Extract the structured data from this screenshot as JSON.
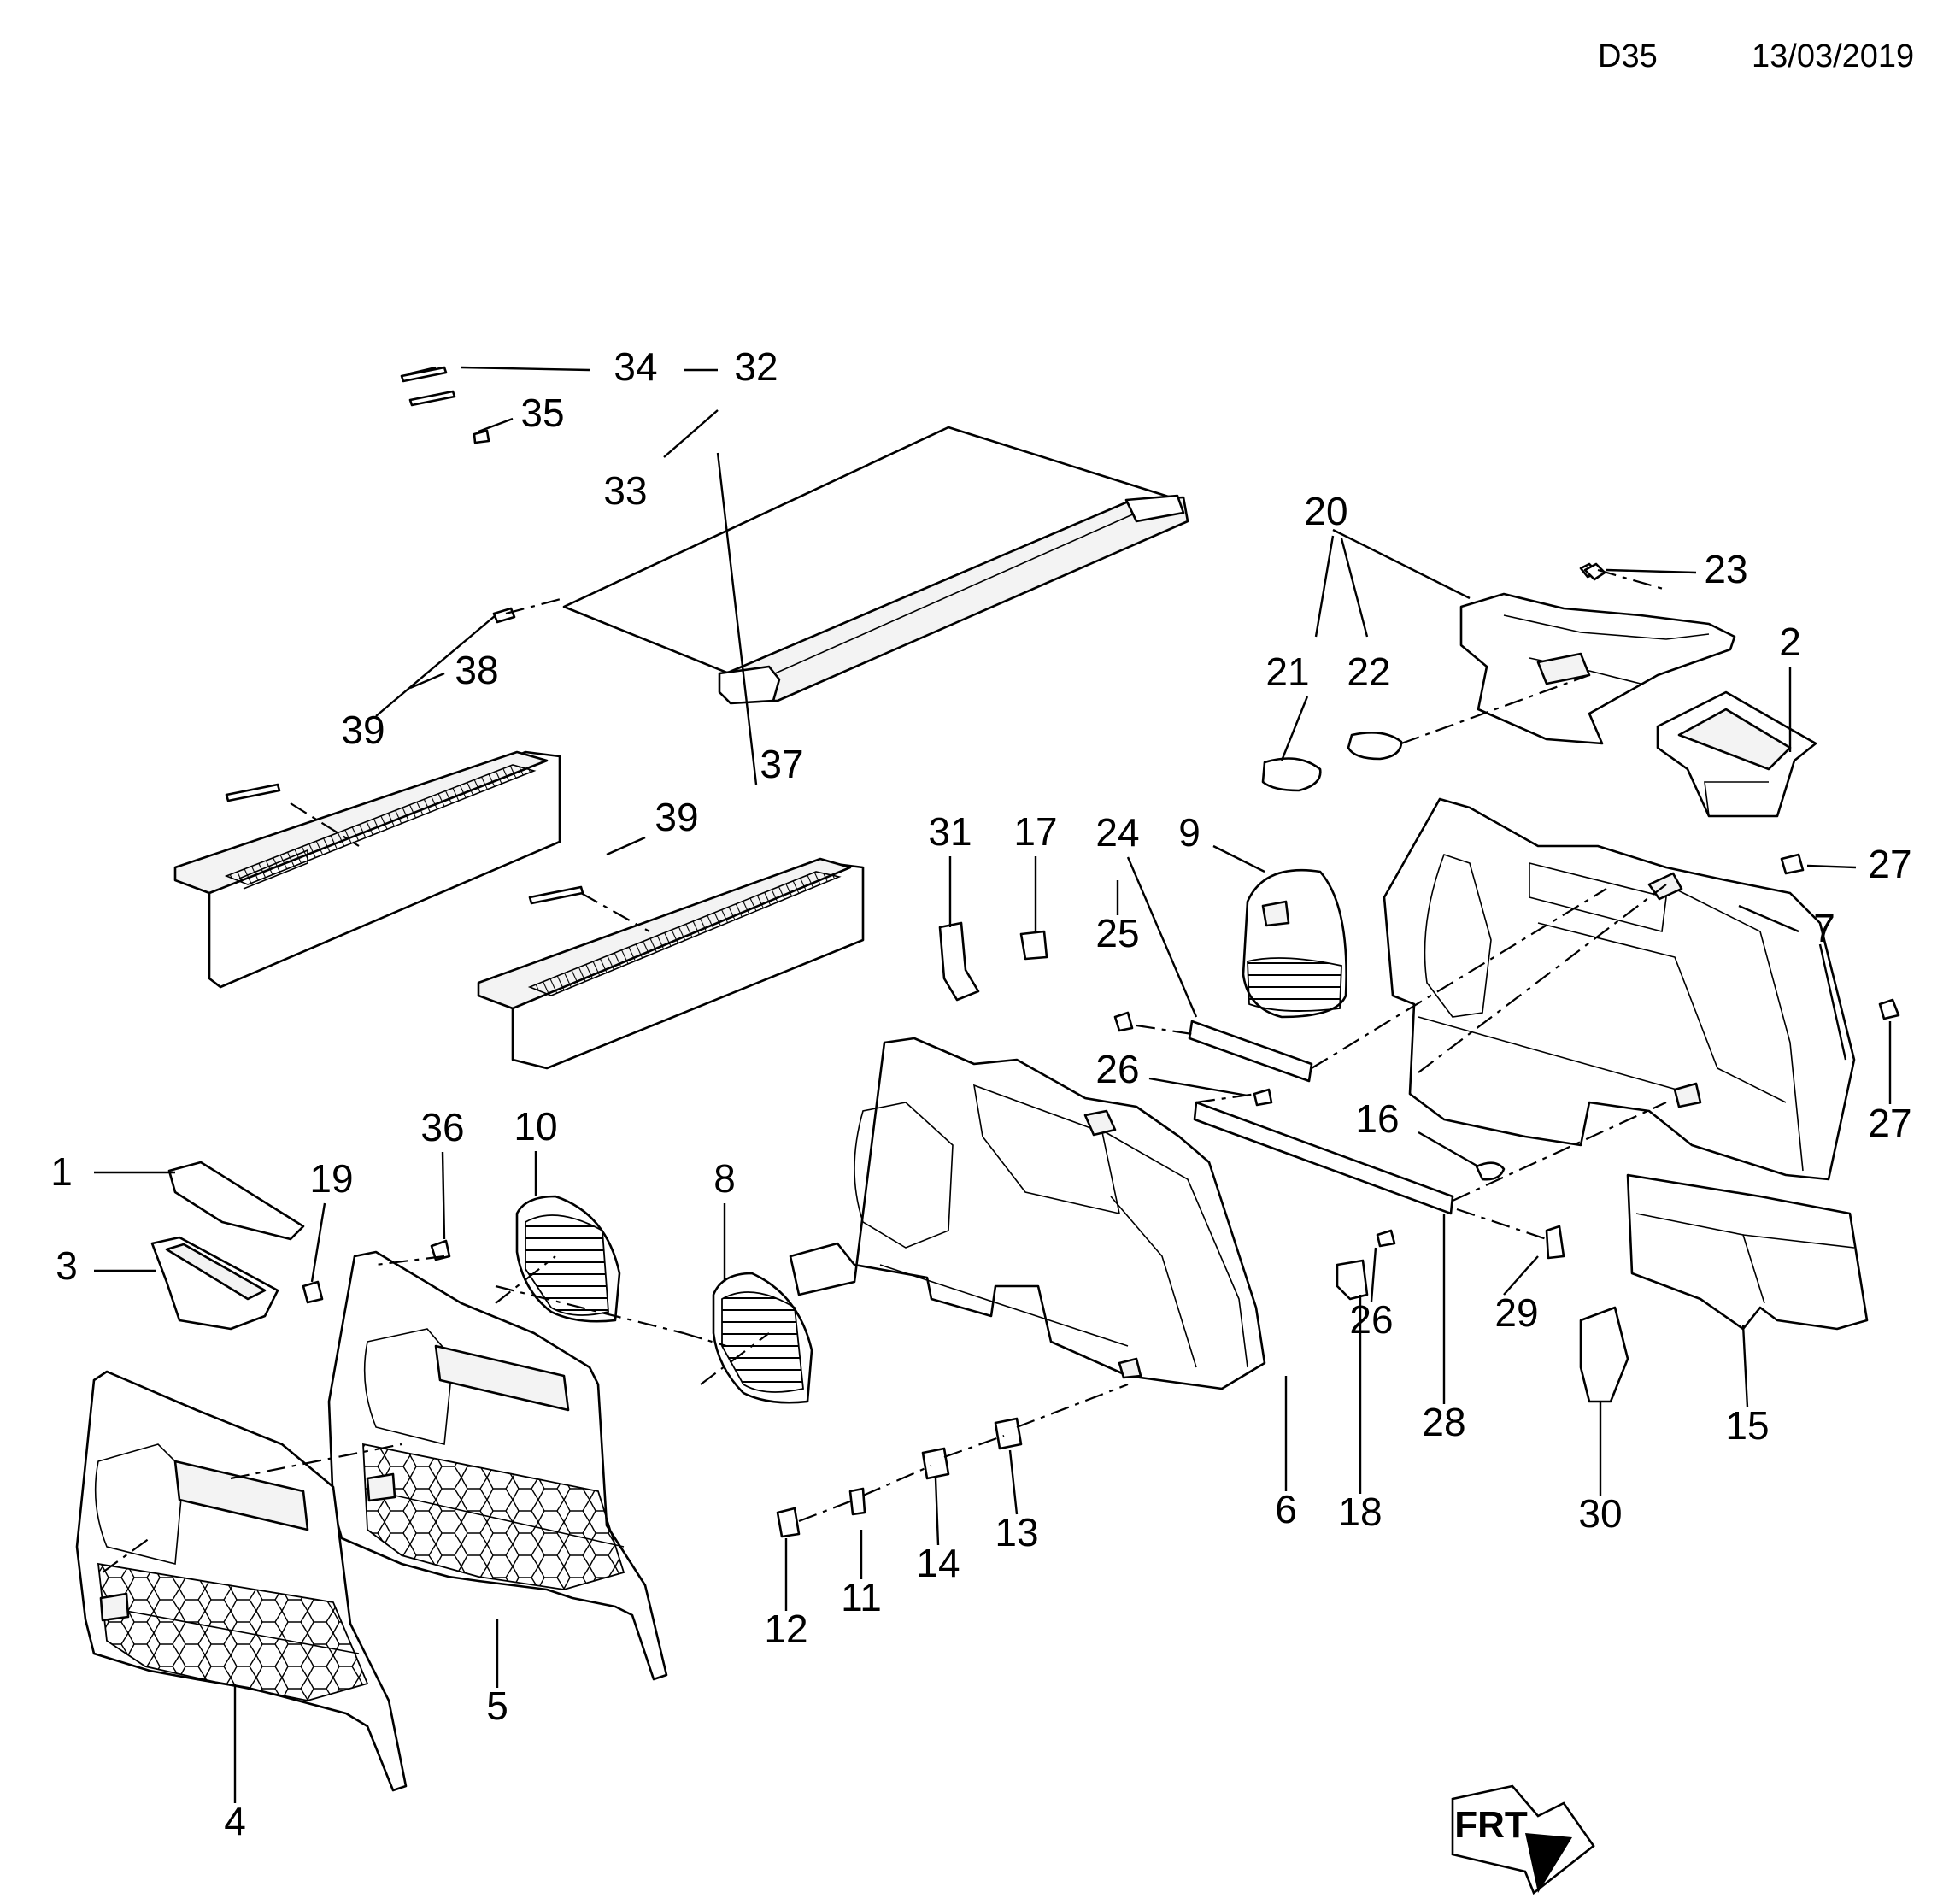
{
  "header": {
    "code": "D35",
    "date": "13/03/2019"
  },
  "callouts": [
    "1",
    "2",
    "3",
    "4",
    "5",
    "6",
    "7",
    "8",
    "9",
    "10",
    "11",
    "12",
    "13",
    "14",
    "15",
    "16",
    "17",
    "18",
    "19",
    "20",
    "21",
    "22",
    "23",
    "24",
    "25",
    "26",
    "26",
    "27",
    "27",
    "28",
    "29",
    "30",
    "31",
    "32",
    "33",
    "34",
    "35",
    "36",
    "37",
    "38",
    "39",
    "39"
  ],
  "direction_badge": "FRT"
}
